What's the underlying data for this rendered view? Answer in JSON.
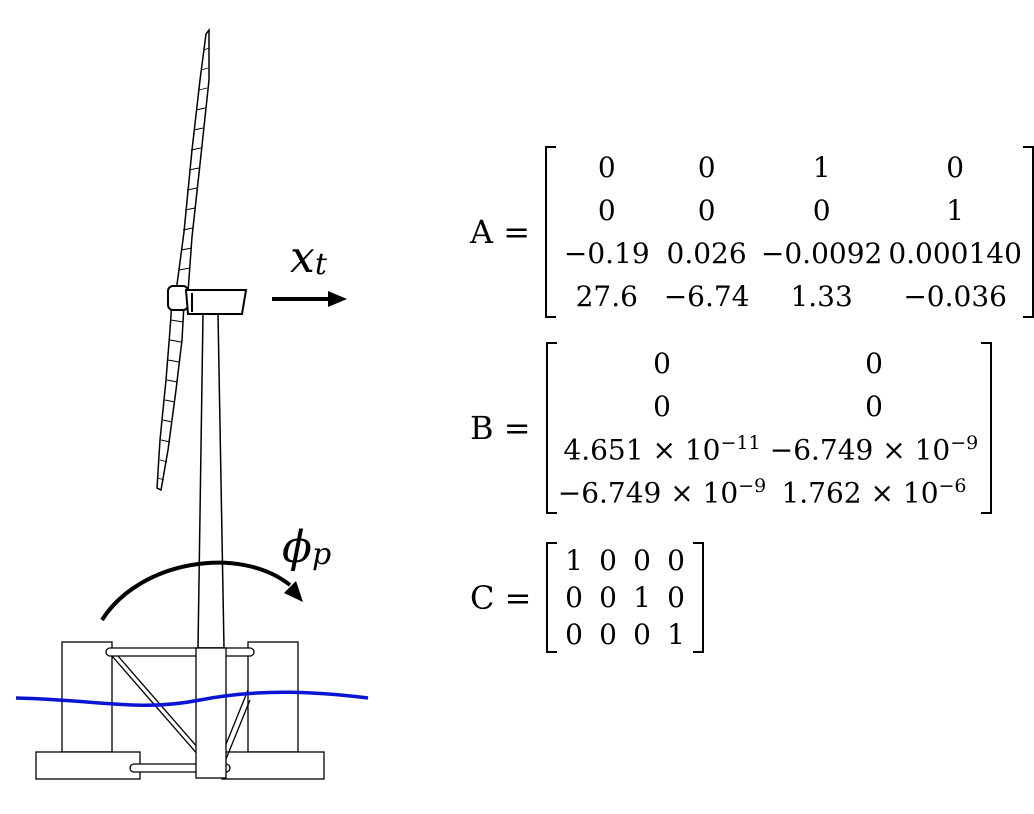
{
  "labels": {
    "surge": {
      "symbol": "x",
      "sub": "t"
    },
    "pitch": {
      "symbol": "ϕ",
      "sub": "p"
    }
  },
  "colors": {
    "water": "#0a14d2",
    "ink": "#000000"
  },
  "equations": {
    "A": {
      "lhs": "A =",
      "rows": [
        [
          "0",
          "0",
          "1",
          "0"
        ],
        [
          "0",
          "0",
          "0",
          "1"
        ],
        [
          "−0.19",
          "0.026",
          "−0.0092",
          "0.000140"
        ],
        [
          "27.6",
          "−6.74",
          "1.33",
          "−0.036"
        ]
      ]
    },
    "B": {
      "lhs": "B =",
      "rows": [
        [
          {
            "m": "0",
            "e": ""
          },
          {
            "m": "0",
            "e": ""
          }
        ],
        [
          {
            "m": "0",
            "e": ""
          },
          {
            "m": "0",
            "e": ""
          }
        ],
        [
          {
            "m": "4.651 × 10",
            "e": "−11"
          },
          {
            "m": "−6.749 × 10",
            "e": "−9"
          }
        ],
        [
          {
            "m": "−6.749 × 10",
            "e": "−9"
          },
          {
            "m": "1.762 × 10",
            "e": "−6"
          }
        ]
      ]
    },
    "C": {
      "lhs": "C =",
      "rows": [
        [
          "1",
          "0",
          "0",
          "0"
        ],
        [
          "0",
          "0",
          "1",
          "0"
        ],
        [
          "0",
          "0",
          "0",
          "1"
        ]
      ]
    }
  }
}
